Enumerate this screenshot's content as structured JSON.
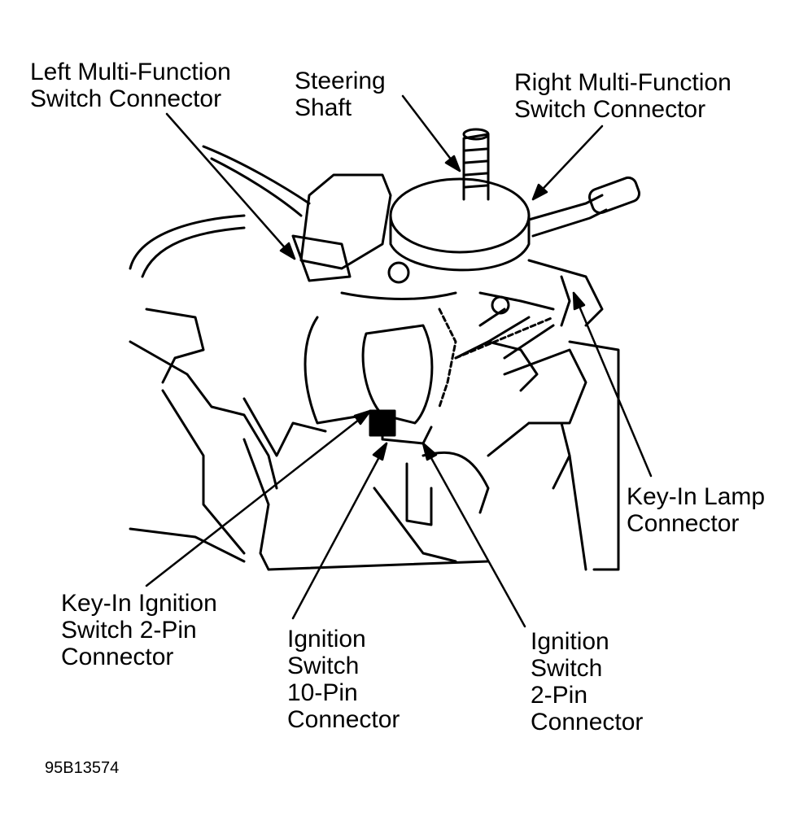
{
  "labels": {
    "left_multifunction": [
      "Left Multi-Function",
      "Switch Connector"
    ],
    "steering_shaft": [
      "Steering",
      "Shaft"
    ],
    "right_multifunction": [
      "Right Multi-Function",
      "Switch Connector"
    ],
    "key_in_lamp": [
      "Key-In Lamp",
      "Connector"
    ],
    "key_in_ignition": [
      "Key-In Ignition",
      "Switch 2-Pin",
      "Connector"
    ],
    "ignition_10pin": [
      "Ignition",
      "Switch",
      "10-Pin",
      "Connector"
    ],
    "ignition_2pin": [
      "Ignition",
      "Switch",
      "2-Pin",
      "Connector"
    ]
  },
  "figure_id": "95B13574"
}
